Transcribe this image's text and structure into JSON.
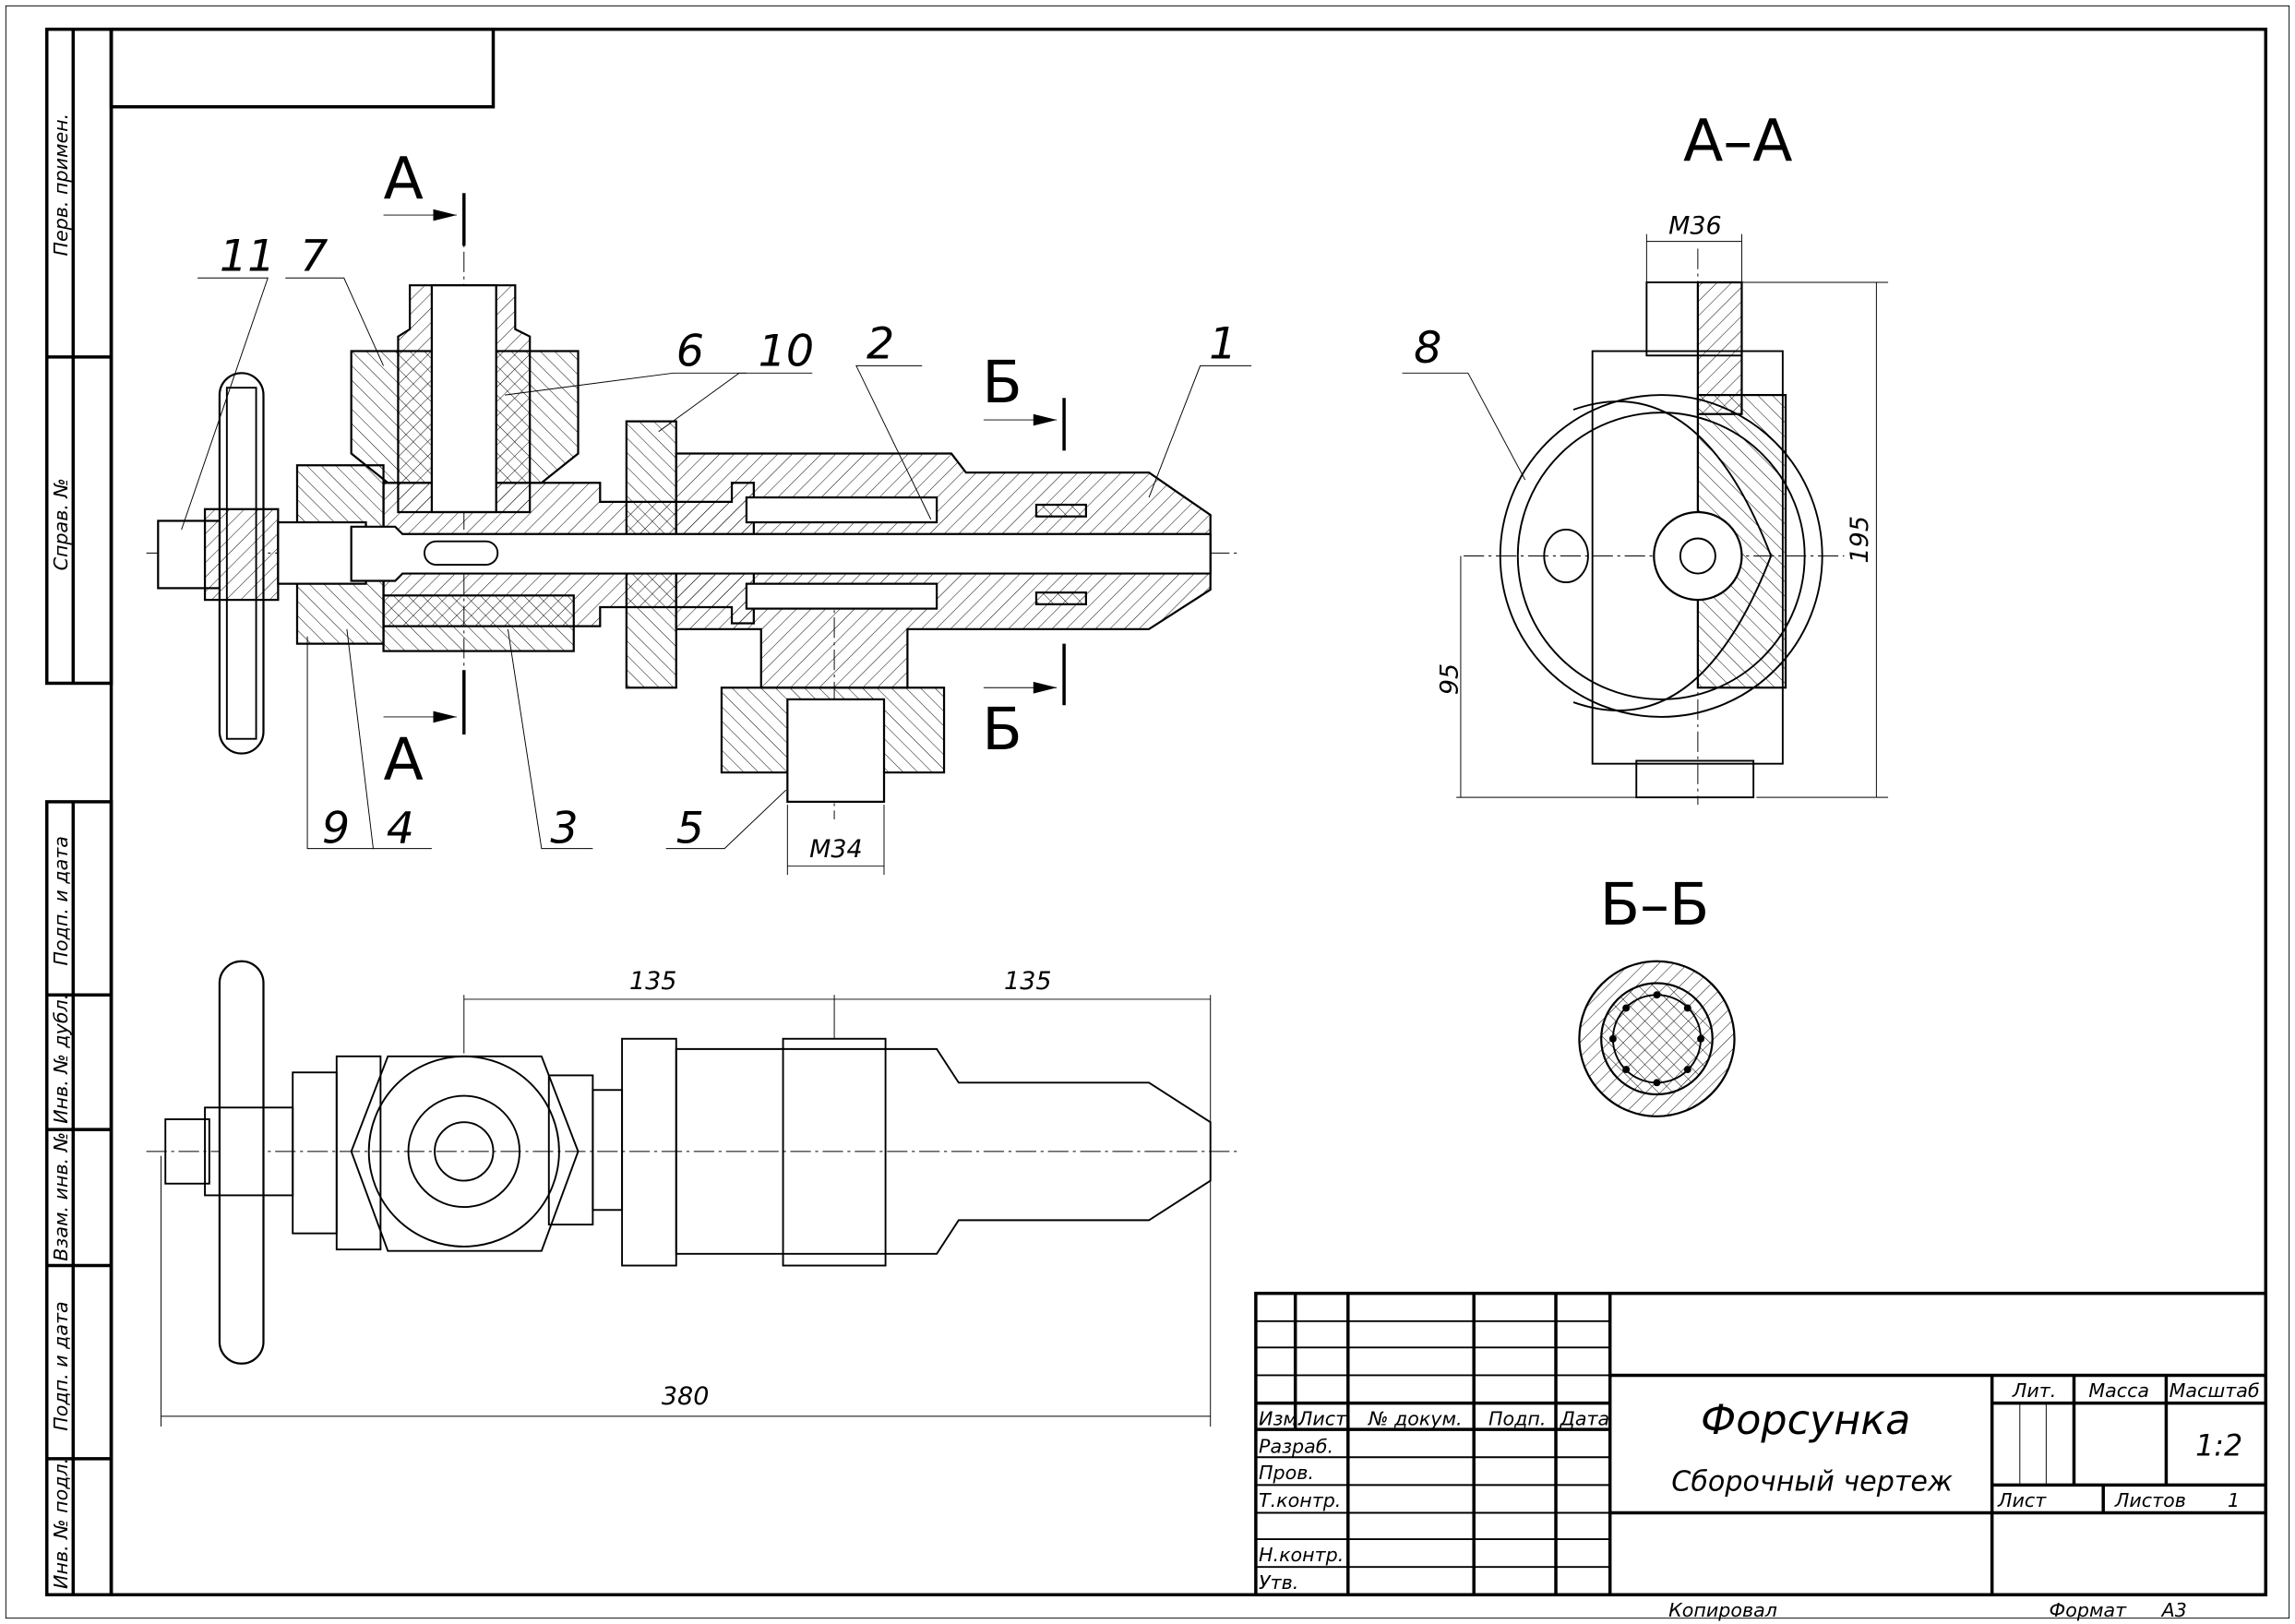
{
  "side_stamp": {
    "top": [
      "Перв. примен.",
      "Справ. №"
    ],
    "bottom": [
      "Подп. и дата",
      "Инв. № дубл.",
      "Взам. инв. №",
      "Подп. и дата",
      "Инв. № подл."
    ]
  },
  "views": {
    "section_marks": {
      "a_top": "А",
      "a_bottom": "А",
      "b_top": "Б",
      "b_bottom": "Б"
    },
    "section_aa_title": "А–А",
    "section_bb_title": "Б–Б",
    "part_numbers": {
      "p11": "11",
      "p7": "7",
      "p6": "6",
      "p10": "10",
      "p2": "2",
      "p1": "1",
      "p9": "9",
      "p4": "4",
      "p3": "3",
      "p5": "5",
      "p8": "8"
    },
    "dimensions": {
      "m34": "М34",
      "m36": "М36",
      "d195": "195",
      "d95": "95",
      "d135a": "135",
      "d135b": "135",
      "d380": "380"
    }
  },
  "title_block": {
    "headers": {
      "izm": "Изм.",
      "list": "Лист",
      "doc": "№ докум.",
      "sign": "Подп.",
      "date": "Дата"
    },
    "roles": {
      "razrab": "Разраб.",
      "prov": "Пров.",
      "tkontr": "Т.контр.",
      "nkontr": "Н.контр.",
      "utv": "Утв."
    },
    "title": "Форсунка",
    "subtitle": "Сборочный чертеж",
    "lit": "Лит.",
    "massa": "Масса",
    "masshtab": "Масштаб",
    "scale": "1:2",
    "sheet": "Лист",
    "sheets": "Листов",
    "sheets_count": "1",
    "copied": "Копировал",
    "format_label": "Формат",
    "format": "А3"
  }
}
